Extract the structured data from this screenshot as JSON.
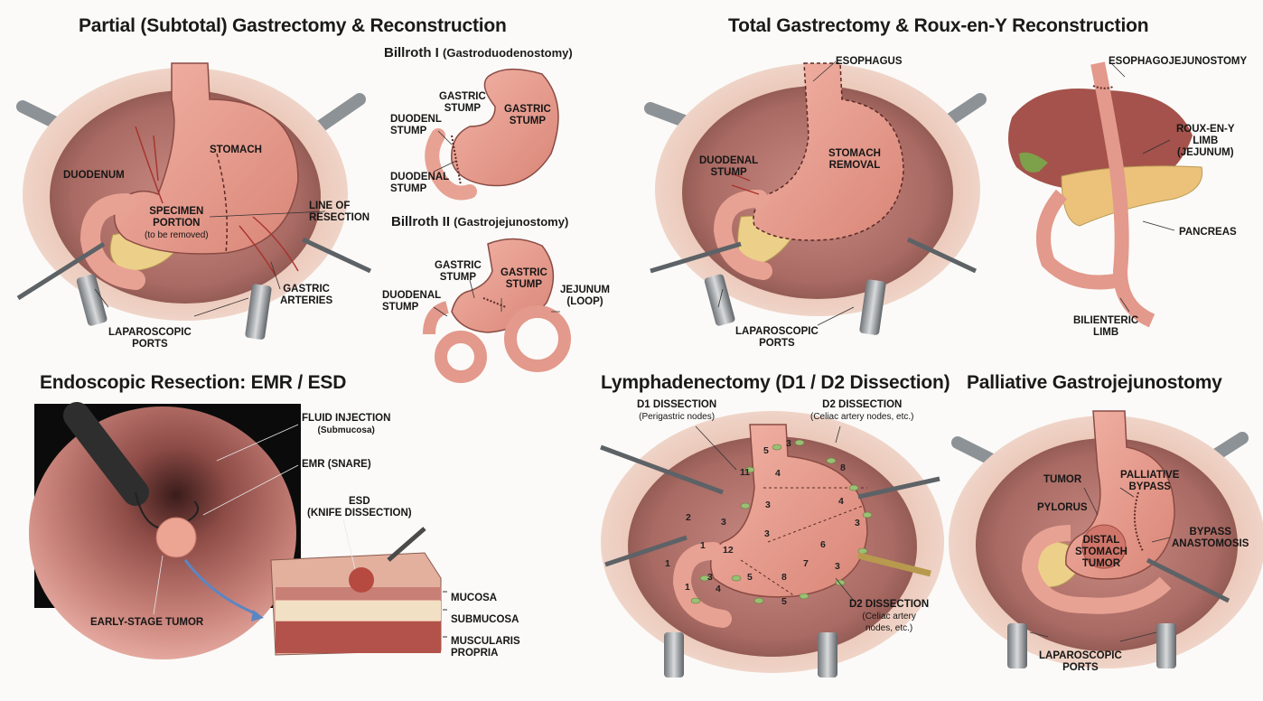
{
  "titles": {
    "partial": "Partial (Subtotal) Gastrectomy & Reconstruction",
    "total": "Total Gastrectomy & Roux-en-Y Reconstruction",
    "endoscopic": "Endoscopic Resection: EMR / ESD",
    "lymph": "Lymphadenectomy (D1 / D2 Dissection)",
    "palliative": "Palliative Gastrojejunostomy"
  },
  "billroth1": {
    "title": "Billroth I",
    "note": "(Gastroduodenostomy)"
  },
  "billroth2": {
    "title": "Billroth II",
    "note": "(Gastrojejunostomy)"
  },
  "partial": {
    "stomach": "STOMACH",
    "duodenum": "DUODENUM",
    "specimen": [
      "SPECIMEN",
      "PORTION"
    ],
    "specimen_note": "(to be removed)",
    "line_of_resection": [
      "LINE OF",
      "RESECTION"
    ],
    "gastric_arteries": [
      "GASTRIC",
      "ARTERIES"
    ],
    "ports": [
      "LAPAROSCOPIC",
      "PORTS"
    ]
  },
  "b1_labels": {
    "gastric_stump_a": [
      "GASTRIC",
      "STUMP"
    ],
    "gastric_stump_b": [
      "GASTRIC",
      "STUMP"
    ],
    "duodenl_stump": [
      "DUODENL",
      "STUMP"
    ],
    "duodenal_stump": [
      "DUODENAL",
      "STUMP"
    ]
  },
  "b2_labels": {
    "gastric_stump_a": [
      "GASTRIC",
      "STUMP"
    ],
    "gastric_stump_b": [
      "GASTRIC",
      "STUMP"
    ],
    "duodenal_stump": [
      "DUODENAL",
      "STUMP"
    ],
    "jejunum": [
      "JEJUNUM",
      "(LOOP)"
    ]
  },
  "total": {
    "esophagus": "ESOPHAGUS",
    "duodenal_stump": [
      "DUODENAL",
      "STUMP"
    ],
    "stomach_removal": [
      "STOMACH",
      "REMOVAL"
    ],
    "ports": [
      "LAPAROSCOPIC",
      "PORTS"
    ]
  },
  "roux": {
    "esophagojejunostomy": "ESOPHAGOJEJUNOSTOMY",
    "roux_limb": [
      "ROUX-EN-Y",
      "LIMB",
      "(JEJUNUM)"
    ],
    "pancreas": "PANCREAS",
    "bilienteric": [
      "BILIENTERIC",
      "LIMB"
    ]
  },
  "endo": {
    "fluid": "FLUID INJECTION",
    "fluid_note": "(Submucosa)",
    "emr": "EMR (SNARE)",
    "esd": [
      "ESD",
      "(KNIFE DISSECTION)"
    ],
    "tumor": "EARLY-STAGE TUMOR",
    "layers": [
      "MUCOSA",
      "SUBMUCOSA",
      "MUSCULARIS",
      "PROPRIA"
    ]
  },
  "lymph": {
    "d1": "D1 DISSECTION",
    "d1_note": "(Perigastric nodes)",
    "d2_top": "D2 DISSECTION",
    "d2_top_note": "(Celiac artery nodes, etc.)",
    "d2_bottom": "D2 DISSECTION",
    "d2_bottom_note": [
      "(Celiac artery",
      "nodes, etc.)"
    ],
    "stations": [
      "5",
      "3",
      "4",
      "8",
      "11",
      "4",
      "3",
      "2",
      "3",
      "3",
      "1",
      "12",
      "6",
      "7",
      "3",
      "1",
      "3",
      "1",
      "4",
      "5",
      "8",
      "5",
      "3"
    ]
  },
  "palliative": {
    "tumor": "TUMOR",
    "pylorus": "PYLORUS",
    "palliative_bypass": [
      "PALLIATIVE",
      "BYPASS"
    ],
    "distal_tumor": [
      "DISTAL",
      "STOMACH",
      "TUMOR"
    ],
    "bypass_anastomosis": [
      "BYPASS",
      "ANASTOMOSIS"
    ],
    "ports": [
      "LAPAROSCOPIC",
      "PORTS"
    ]
  }
}
